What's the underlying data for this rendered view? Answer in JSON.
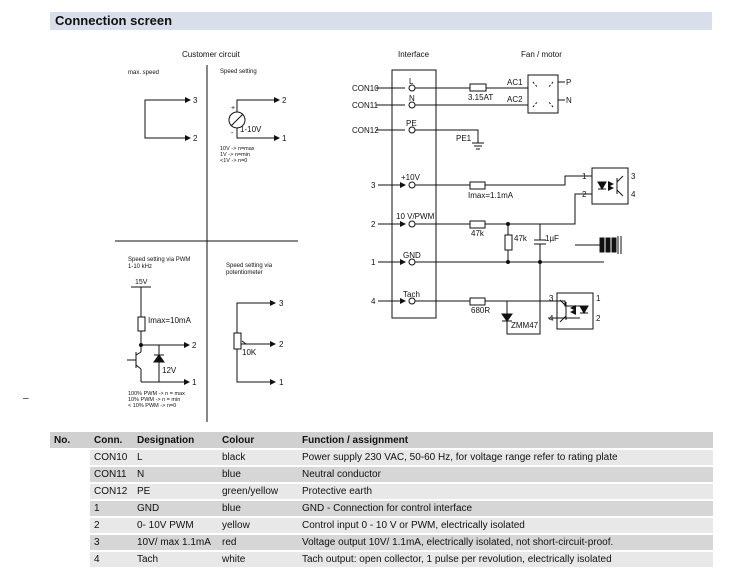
{
  "header": {
    "title": "Connection screen"
  },
  "customer": {
    "title": "Customer circuit",
    "q1": {
      "label": "max. speed",
      "out3": "3",
      "out2": "2"
    },
    "q2": {
      "label": "Speed setting",
      "out2": "2",
      "out1": "1",
      "range": "1-10V",
      "notes": [
        "10V -> n=max",
        "1V -> n=min",
        "<1V -> n=0"
      ]
    },
    "q3": {
      "label1": "Speed setting via PWM",
      "label2": "1-10 kHz",
      "v15": "15V",
      "imax": "Imax=10mA",
      "out2": "2",
      "out1": "1",
      "zener": "12V",
      "notes": [
        "100% PWM -> n = max",
        "10% PWM -> n = min",
        "< 10% PWM -> n=0"
      ]
    },
    "q4": {
      "label1": "Speed setting via",
      "label2": "potentiometer",
      "out3": "3",
      "out2": "2",
      "out1": "1",
      "pot": "10K"
    }
  },
  "interface": {
    "title": "Interface",
    "con10": "CON10",
    "con11": "CON11",
    "con12": "CON12",
    "l": "L",
    "n": "N",
    "pe": "PE",
    "pe1": "PE1",
    "v10": "+10V",
    "pwm": "10 V/PWM",
    "gnd": "GND",
    "tach": "Tach",
    "n3": "3",
    "n2": "2",
    "n1": "1",
    "n4": "4",
    "fuse": "3.15AT",
    "imax": "Imax=1.1mA",
    "r47k_a": "47k",
    "r47k_b": "47k",
    "cap": "1µF",
    "r680": "680R",
    "zmm": "ZMM47"
  },
  "fan": {
    "title": "Fan / motor",
    "ac1": "AC1",
    "ac2": "AC2",
    "p": "P",
    "n": "N"
  },
  "opto1": {
    "p1": "1",
    "p2": "2",
    "p3": "3",
    "p4": "4"
  },
  "opto2": {
    "p1": "1",
    "p2": "2",
    "p3": "3",
    "p4": "4"
  },
  "table": {
    "headers": [
      "No.",
      "Conn.",
      "Designation",
      "Colour",
      "Function / assignment"
    ],
    "rows": [
      {
        "no": "",
        "conn": "CON10",
        "designation": "L",
        "colour": "black",
        "function": "Power supply 230 VAC, 50-60 Hz, for voltage range refer to rating plate"
      },
      {
        "no": "",
        "conn": "CON11",
        "designation": "N",
        "colour": "blue",
        "function": "Neutral conductor"
      },
      {
        "no": "",
        "conn": "CON12",
        "designation": "PE",
        "colour": "green/yellow",
        "function": "Protective earth"
      },
      {
        "no": "",
        "conn": "1",
        "designation": "GND",
        "colour": "blue",
        "function": "GND - Connection for control interface"
      },
      {
        "no": "",
        "conn": "2",
        "designation": "0- 10V PWM",
        "colour": "yellow",
        "function": "Control input 0 - 10 V or PWM, electrically isolated"
      },
      {
        "no": "",
        "conn": "3",
        "designation": "10V/ max 1.1mA",
        "colour": "red",
        "function": "Voltage output 10V/ 1.1mA, electrically isolated, not short-circuit-proof."
      },
      {
        "no": "",
        "conn": "4",
        "designation": "Tach",
        "colour": "white",
        "function": "Tach output: open collector, 1 pulse per revolution, electrically isolated"
      }
    ]
  }
}
